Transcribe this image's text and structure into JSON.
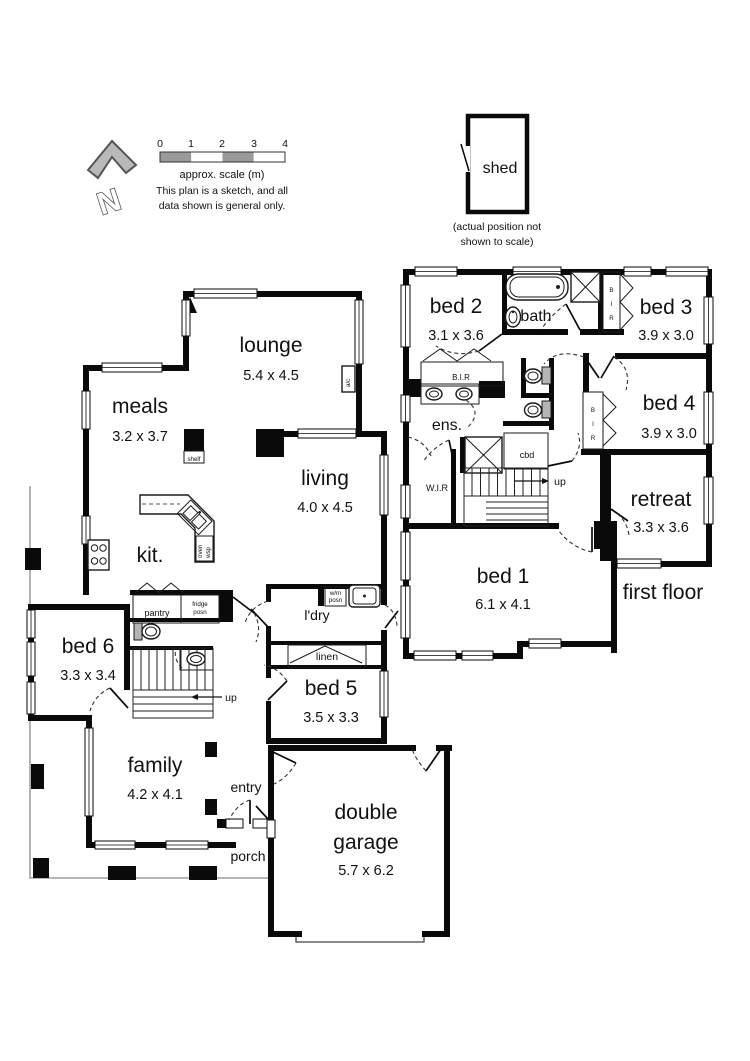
{
  "legend": {
    "north": "N",
    "scale_ticks": [
      "0",
      "1",
      "2",
      "3",
      "4"
    ],
    "scale_caption": "approx. scale (m)",
    "disclaimer": [
      "This plan is a sketch, and all",
      "data shown is general only."
    ]
  },
  "shed": {
    "label": "shed",
    "note": [
      "(actual position not",
      "shown to scale)"
    ]
  },
  "ground_floor": {
    "lounge": {
      "label": "lounge",
      "dims": "5.4 x 4.5"
    },
    "meals": {
      "label": "meals",
      "dims": "3.2 x 3.7"
    },
    "living": {
      "label": "living",
      "dims": "4.0 x 4.5"
    },
    "kitchen": {
      "label": "kit.",
      "shelf": "shelf",
      "pantry": "pantry",
      "fridge": [
        "fridge",
        "posn"
      ],
      "bench": [
        "oven",
        "wsp"
      ]
    },
    "bed6": {
      "label": "bed 6",
      "dims": "3.3 x 3.4"
    },
    "bed5": {
      "label": "bed 5",
      "dims": "3.5 x 3.3"
    },
    "family": {
      "label": "family",
      "dims": "4.2 x 4.1"
    },
    "laundry": {
      "label": "l'dry",
      "wm": [
        "w/m",
        "posn"
      ]
    },
    "linen": {
      "label": "linen"
    },
    "entry": {
      "label": "entry"
    },
    "porch": {
      "label": "porch"
    },
    "garage": {
      "label": [
        "double",
        "garage"
      ],
      "dims": "5.7 x 6.2"
    },
    "stairs": {
      "label": "up"
    },
    "ac": {
      "label": "a/c"
    }
  },
  "first_floor": {
    "title": "first floor",
    "bed1": {
      "label": "bed 1",
      "dims": "6.1 x 4.1"
    },
    "bed2": {
      "label": "bed 2",
      "dims": "3.1 x 3.6"
    },
    "bed3": {
      "label": "bed 3",
      "dims": "3.9 x 3.0"
    },
    "bed4": {
      "label": "bed 4",
      "dims": "3.9 x 3.0"
    },
    "retreat": {
      "label": "retreat",
      "dims": "3.3 x 3.6"
    },
    "bath": {
      "label": "bath"
    },
    "ens": {
      "label": "ens."
    },
    "wir": {
      "label": "W.I.R"
    },
    "bir": {
      "label": "B.I.R"
    },
    "bir_letters": [
      "B",
      "I",
      "R"
    ],
    "cbd": {
      "label": "cbd"
    },
    "stairs": {
      "label": "up"
    }
  }
}
